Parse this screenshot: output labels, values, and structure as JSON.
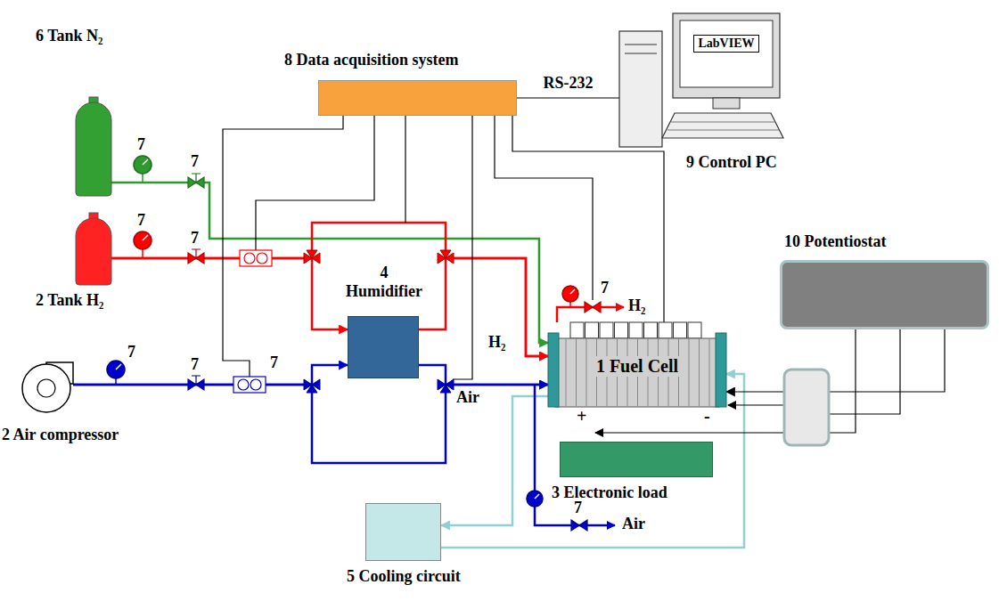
{
  "diagram": {
    "nodes": [
      {
        "text": [
          "8 Data acquisition system"
        ]
      },
      {
        "text": [
          "LabVIEW",
          "9 Control PC"
        ]
      },
      {
        "text": [
          "6 Tank N₂"
        ]
      },
      {
        "text": [
          "2 Tank H₂"
        ]
      },
      {
        "text": [
          "2 Air compressor"
        ]
      },
      {
        "text": [
          "4 Humidifier"
        ]
      },
      {
        "text": [
          "1 Fuel Cell"
        ]
      },
      {
        "text": [
          "3 Electronic load"
        ]
      },
      {
        "text": [
          "10 Potentiostat"
        ]
      },
      {
        "text": [
          "5 Cooling circuit"
        ]
      }
    ],
    "edges": [
      {
        "from": 0,
        "to": 1,
        "arrow": "none",
        "label": "RS-232"
      },
      {
        "from": 2,
        "to": 6,
        "arrow": "to"
      },
      {
        "from": 3,
        "to": 5,
        "arrow": "to"
      },
      {
        "from": 3,
        "to": 6,
        "arrow": "to"
      },
      {
        "from": 5,
        "to": 6,
        "arrow": "to"
      },
      {
        "from": 4,
        "to": 5,
        "arrow": "to"
      },
      {
        "from": 4,
        "to": 6,
        "arrow": "to"
      },
      {
        "from": 5,
        "to": 6,
        "arrow": "to"
      },
      {
        "from": 0,
        "to": 6,
        "arrow": "none"
      },
      {
        "from": 6,
        "to": 9,
        "arrow": "to"
      },
      {
        "from": 9,
        "to": 6,
        "arrow": "to"
      },
      {
        "from": 8,
        "to": 6,
        "arrow": "to"
      }
    ],
    "labels": [
      "H₂",
      "Air",
      "H₂",
      "Air",
      "+",
      "-",
      "7",
      "7",
      "7",
      "7",
      "7",
      "7",
      "7",
      "7",
      "7"
    ]
  }
}
